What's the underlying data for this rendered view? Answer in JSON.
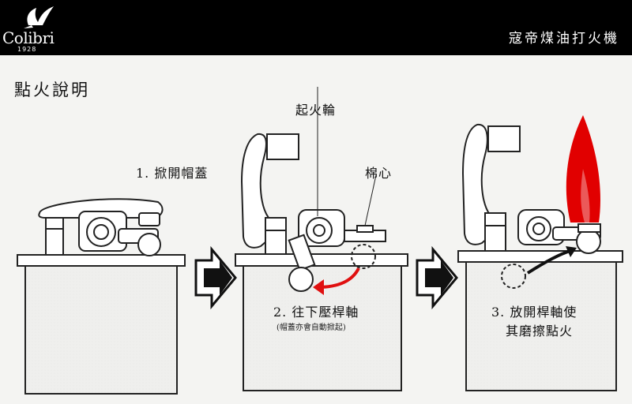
{
  "header": {
    "brand_name": "Colibri",
    "brand_year": "1928",
    "title": "寇帝煤油打火機"
  },
  "section_title": "點火說明",
  "steps": [
    {
      "label": "1. 掀開帽蓋"
    },
    {
      "label": "2. 往下壓桿軸",
      "note": "(帽蓋亦會自動掀起)"
    },
    {
      "label_line1": "3. 放開桿軸使",
      "label_line2": "其磨擦點火"
    }
  ],
  "callouts": {
    "striker_wheel": "起火輪",
    "wick": "棉心"
  },
  "colors": {
    "header_bg": "#000000",
    "flame": "#e10000",
    "arrow_down": "#e01010",
    "arrow_up": "#111111"
  },
  "icons": [
    "hummingbird-logo-icon",
    "step-arrow-icon"
  ]
}
